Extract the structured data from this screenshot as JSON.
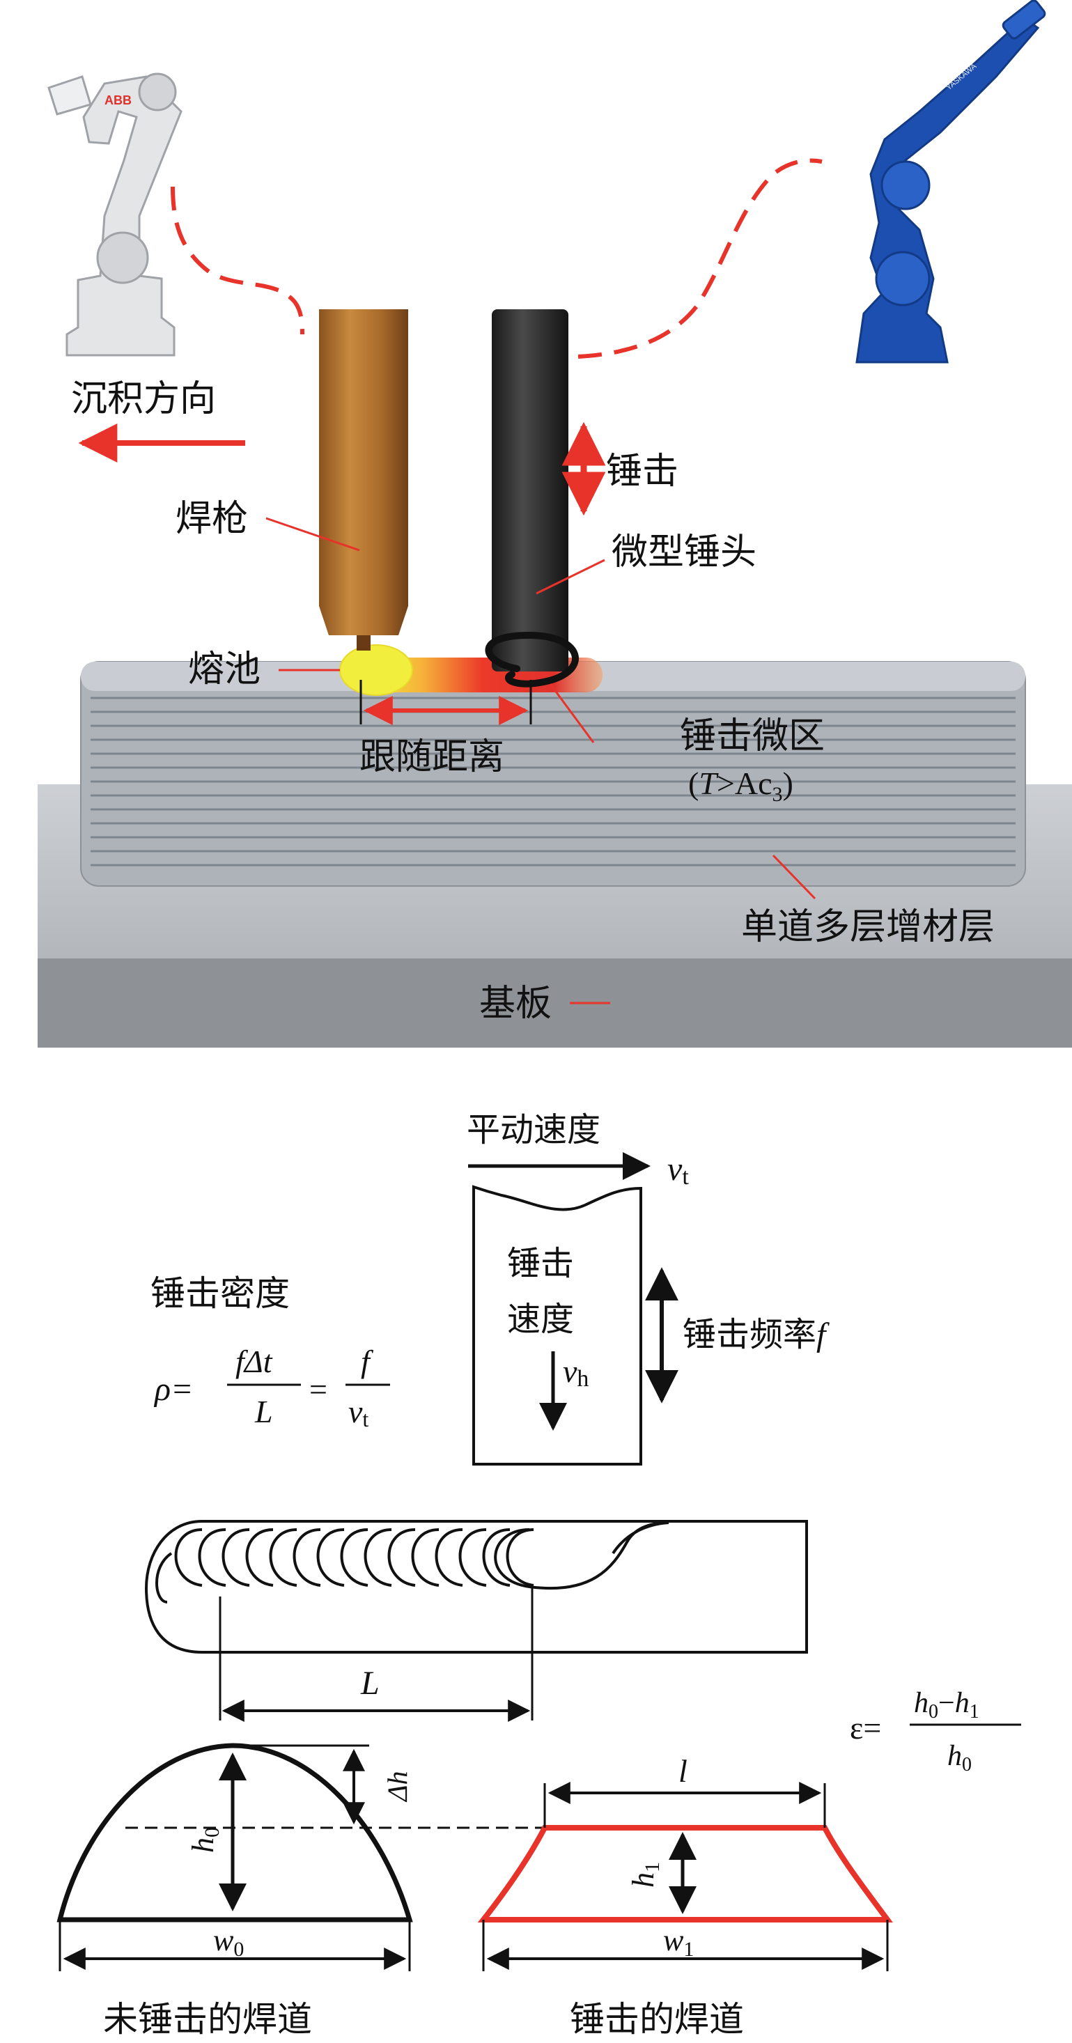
{
  "top_panel": {
    "deposition_direction": "沉积方向",
    "hammer_action": "锤击",
    "welding_torch": "焊枪",
    "micro_hammer": "微型锤头",
    "molten_pool": "熔池",
    "follow_distance": "跟随距离",
    "hammering_zone_line1": "锤击微区",
    "hammering_zone_line2": "(T>Ac3)",
    "deposit_layers": "单道多层增材层",
    "substrate": "基板",
    "logos": [
      "ABB",
      "YASKAWA"
    ],
    "colors": {
      "direction_arrow": "#e8332a",
      "torch_brown": "#b0702a",
      "hammer_black": "#2b2b2b",
      "deposit_gray": "#b8bcc2",
      "substrate_gray": "#bfc3c8",
      "base_dark": "#8e9196",
      "robot_blue": "#1d4fb0"
    }
  },
  "middle_panel": {
    "travel_speed": "平动速度",
    "travel_speed_symbol": "v",
    "travel_speed_sub": "t",
    "hammer_speed_line1": "锤击",
    "hammer_speed_line2": "速度",
    "hammer_speed_symbol": "v",
    "hammer_speed_sub": "h",
    "hammer_frequency": "锤击频率",
    "frequency_symbol": "f",
    "hammer_density": "锤击密度",
    "density_formula": {
      "lhs": "ρ=",
      "frac1_num": "fΔt",
      "frac1_den": "L",
      "equals": "=",
      "frac2_num": "f",
      "frac2_den_symbol": "v",
      "frac2_den_sub": "t"
    }
  },
  "bottom_panel": {
    "length_symbol": "L",
    "strain_formula": {
      "lhs": "ε=",
      "num": "h0−h1",
      "den": "h0"
    },
    "unhammered": {
      "height": "h0",
      "delta": "Δh",
      "width": "w0",
      "caption": "未锤击的焊道"
    },
    "hammered": {
      "top_width": "l",
      "height": "h1",
      "width": "w1",
      "caption": "锤击的焊道",
      "outline_color": "#e8332a"
    }
  }
}
